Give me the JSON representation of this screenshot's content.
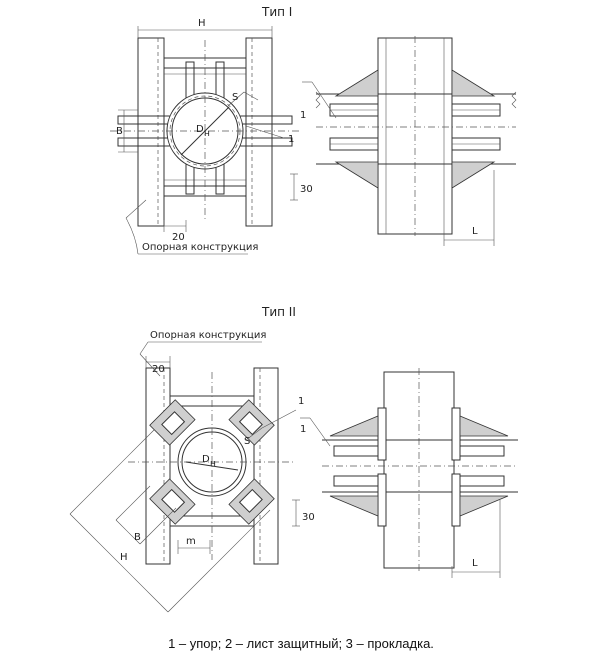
{
  "titles": {
    "type1": "Тип I",
    "type2": "Тип II"
  },
  "labels": {
    "H": "H",
    "B": "B",
    "S": "S",
    "Dn": "D",
    "Dn_sub": "н",
    "n1": "1",
    "d20": "20",
    "d30": "30",
    "L": "L",
    "m": "m",
    "support": "Опорная конструкция"
  },
  "caption": "1 – упор;  2 – лист защитный;  3 – прокладка."
}
